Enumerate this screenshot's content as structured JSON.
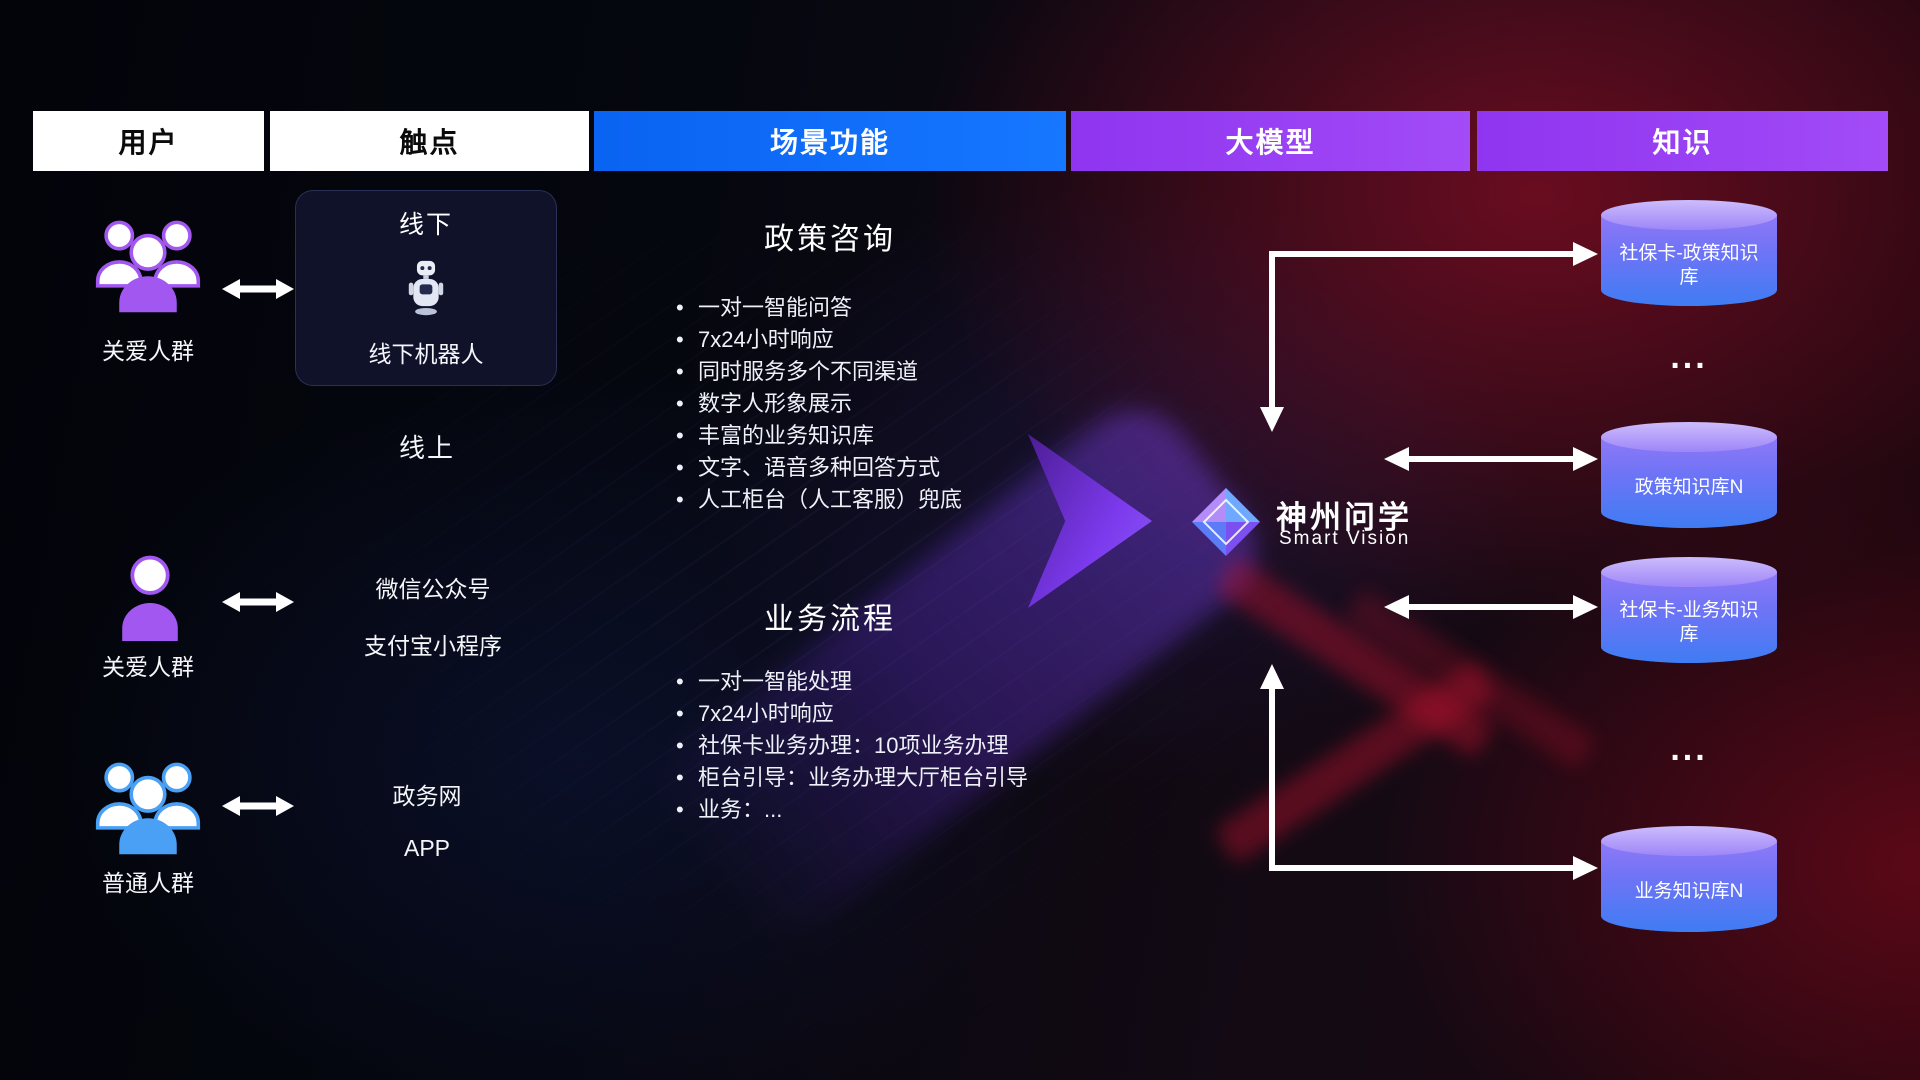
{
  "headers": [
    {
      "label": "用户"
    },
    {
      "label": "触点"
    },
    {
      "label": "场景功能"
    },
    {
      "label": "大模型"
    },
    {
      "label": "知识"
    }
  ],
  "users": [
    {
      "label": "关爱人群"
    },
    {
      "label": "关爱人群"
    },
    {
      "label": "普通人群"
    }
  ],
  "touchpoints": {
    "offline_title": "线下",
    "offline_robot": "线下机器人",
    "online_title": "线上",
    "wechat": "微信公众号",
    "alipay": "支付宝小程序",
    "gov": "政务网",
    "app": "APP"
  },
  "scenarios": [
    {
      "title": "政策咨询",
      "items": [
        "一对一智能问答",
        "7x24小时响应",
        "同时服务多个不同渠道",
        "数字人形象展示",
        "丰富的业务知识库",
        "文字、语音多种回答方式",
        "人工柜台（人工客服）兜底"
      ]
    },
    {
      "title": "业务流程",
      "items": [
        "一对一智能处理",
        "7x24小时响应",
        "社保卡业务办理：10项业务办理",
        "柜台引导：业务办理大厅柜台引导",
        "业务：..."
      ]
    }
  ],
  "model": {
    "name": "神州问学",
    "subtitle": "Smart Vision"
  },
  "knowledge": {
    "kb1": "社保卡-政策知识库",
    "dots1": "...",
    "kb2": "政策知识库N",
    "kb3": "社保卡-业务知识库",
    "dots2": "...",
    "kb4": "业务知识库N"
  },
  "colors": {
    "header_blue": "#1677ff",
    "header_purple": "#9a3ff2",
    "accent_purple": "#8b5cf6",
    "user_icon_purple": "#a258f0",
    "user_icon_blue": "#4aa0f5",
    "cylinder_top": "#cdbcfc",
    "cylinder_bottom": "#3f7cf3",
    "arrow_white": "#ffffff"
  }
}
